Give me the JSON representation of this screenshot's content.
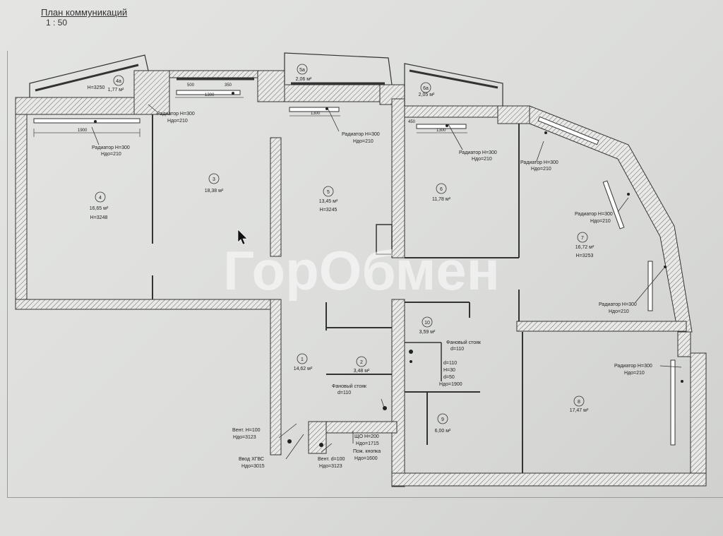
{
  "header": {
    "title": "План коммуникаций",
    "scale": "1 : 50"
  },
  "watermark": "ГорОбмен",
  "rooms": [
    {
      "num": "1",
      "area": "14,62 м²"
    },
    {
      "num": "2",
      "area": "3,48 м²"
    },
    {
      "num": "3",
      "area": "18,38 м²"
    },
    {
      "num": "4",
      "area": "16,65 м²",
      "height": "H=3248"
    },
    {
      "num": "5",
      "area": "13,45 м²",
      "height": "H=3245"
    },
    {
      "num": "6",
      "area": "11,78 м²"
    },
    {
      "num": "7",
      "area": "16,72 м²",
      "height": "H=3253"
    },
    {
      "num": "8",
      "area": "17,47 м²"
    },
    {
      "num": "9",
      "area": "6,00 м²"
    },
    {
      "num": "10",
      "area": "3,59 м²"
    },
    {
      "num": "4а",
      "area": "1,77 м²",
      "height": "H=3250"
    },
    {
      "num": "5а",
      "area": "2,06 м²"
    },
    {
      "num": "6а",
      "area": "2,05 м²"
    }
  ],
  "radiators": [
    {
      "line1": "Радиатор Н=300",
      "line2": "Ндо=210"
    },
    {
      "line1": "Радиатор Н=300",
      "line2": "Ндо=210"
    },
    {
      "line1": "Радиатор Н=300",
      "line2": "Ндо=210"
    },
    {
      "line1": "Радиатор Н=300",
      "line2": "Ндо=210"
    },
    {
      "line1": "Радиатор Н=300",
      "line2": "Ндо=210"
    },
    {
      "line1": "Радиатор Н=300",
      "line2": "Ндо=210"
    },
    {
      "line1": "Радиатор Н=300",
      "line2": "Ндо=210"
    },
    {
      "line1": "Радиатор Н=300",
      "line2": "Ндо=210"
    }
  ],
  "dims": [
    "1900",
    "1300",
    "1300",
    "1300",
    "500",
    "350",
    "450"
  ],
  "utilities": {
    "stack1": "Фановый стояк",
    "stack1_d": "d=110",
    "stack2": "Фановый стояк",
    "stack2_d": "d=110",
    "d110": "d=110",
    "h30": "H=30",
    "d50": "d=50",
    "ndo1900": "Ндо=1900",
    "vent1": "Вент. H=100",
    "vent1_ndo": "Ндо=3123",
    "input": "Ввод ХГВС",
    "input_ndo": "Ндо=3015",
    "vent2": "Вент. d=100",
    "vent2_ndo": "Ндо=3123",
    "shcho": "ЩО H=200",
    "shcho_ndo": "Ндо=1715",
    "fire": "Пож. кнопка",
    "fire_ndo": "Ндо=1600"
  }
}
